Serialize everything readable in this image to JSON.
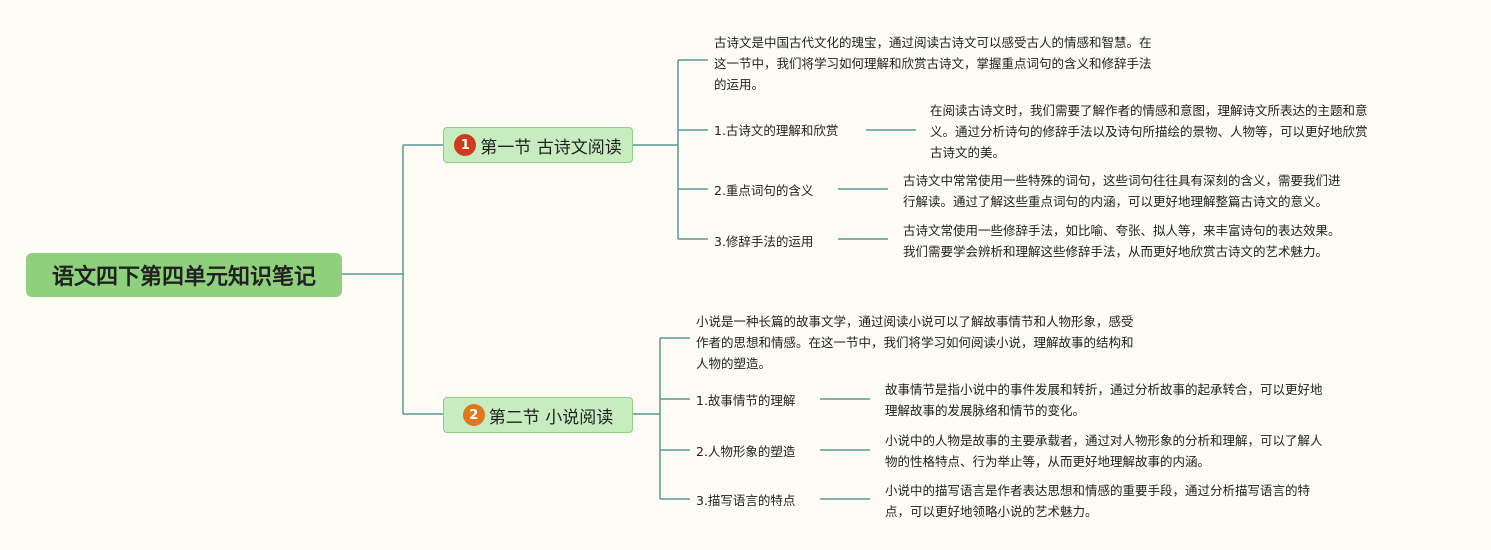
{
  "root": {
    "title": "语文四下第四单元知识笔记"
  },
  "colors": {
    "background": "#fdfcf4",
    "line": "#5a9a90",
    "root_fill": "#8fd07c",
    "section_fill": "#c7ecc0",
    "badge1": "#d23a1e",
    "badge2": "#e0761e"
  },
  "sections": [
    {
      "badge": "1",
      "title": "第一节 古诗文阅读",
      "intro": [
        "古诗文是中国古代文化的瑰宝，通过阅读古诗文可以感受古人的情感和智慧。在",
        "这一节中，我们将学习如何理解和欣赏古诗文，掌握重点词句的含义和修辞手法",
        "的运用。"
      ],
      "items": [
        {
          "label": "1.古诗文的理解和欣赏",
          "detail": [
            "在阅读古诗文时，我们需要了解作者的情感和意图，理解诗文所表达的主题和意",
            "义。通过分析诗句的修辞手法以及诗句所描绘的景物、人物等，可以更好地欣赏",
            "古诗文的美。"
          ]
        },
        {
          "label": "2.重点词句的含义",
          "detail": [
            "古诗文中常常使用一些特殊的词句，这些词句往往具有深刻的含义，需要我们进",
            "行解读。通过了解这些重点词句的内涵，可以更好地理解整篇古诗文的意义。"
          ]
        },
        {
          "label": "3.修辞手法的运用",
          "detail": [
            "古诗文常使用一些修辞手法，如比喻、夸张、拟人等，来丰富诗句的表达效果。",
            "我们需要学会辨析和理解这些修辞手法，从而更好地欣赏古诗文的艺术魅力。"
          ]
        }
      ]
    },
    {
      "badge": "2",
      "title": "第二节 小说阅读",
      "intro": [
        "小说是一种长篇的故事文学，通过阅读小说可以了解故事情节和人物形象，感受",
        "作者的思想和情感。在这一节中，我们将学习如何阅读小说，理解故事的结构和",
        "人物的塑造。"
      ],
      "items": [
        {
          "label": "1.故事情节的理解",
          "detail": [
            "故事情节是指小说中的事件发展和转折，通过分析故事的起承转合，可以更好地",
            "理解故事的发展脉络和情节的变化。"
          ]
        },
        {
          "label": "2.人物形象的塑造",
          "detail": [
            "小说中的人物是故事的主要承载者，通过对人物形象的分析和理解，可以了解人",
            "物的性格特点、行为举止等，从而更好地理解故事的内涵。"
          ]
        },
        {
          "label": "3.描写语言的特点",
          "detail": [
            "小说中的描写语言是作者表达思想和情感的重要手段，通过分析描写语言的特",
            "点，可以更好地领略小说的艺术魅力。"
          ]
        }
      ]
    }
  ]
}
